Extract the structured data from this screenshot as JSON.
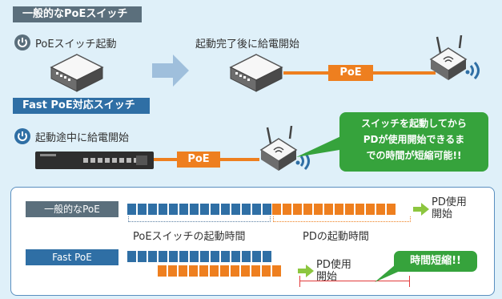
{
  "top": {
    "header": "一般的なPoEスイッチ",
    "step1": "PoEスイッチ起動",
    "step2": "起動完了後に給電開始",
    "poe": "PoE"
  },
  "fast": {
    "header": "Fast PoE対応スイッチ",
    "step1": "起動途中に給電開始",
    "poe": "PoE",
    "bubble_line1": "スイッチを起動してから",
    "bubble_line2": "PDが使用開始できるま",
    "bubble_line3": "での時間が短縮可能!!"
  },
  "timeline": {
    "row1_label": "一般的なPoE",
    "row2_label": "Fast PoE",
    "pd_use_line1": "PD使用",
    "pd_use_line2": "開始",
    "switch_boot": "PoEスイッチの起動時間",
    "pd_boot": "PDの起動時間",
    "shortened": "時間短縮!!"
  },
  "colors": {
    "blue": "#2f6fa5",
    "orange": "#ee7f1f",
    "green": "#36a33c",
    "gray": "#5b6f7c"
  }
}
